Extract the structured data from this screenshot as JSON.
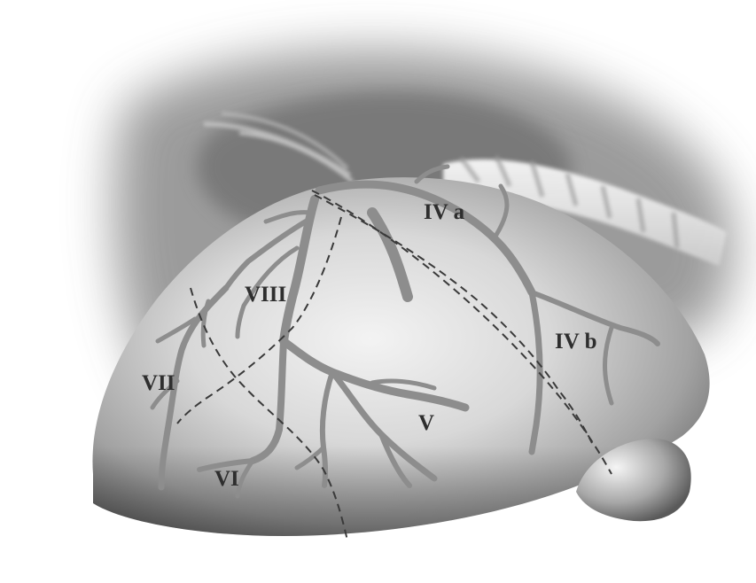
{
  "figure": {
    "segments": [
      {
        "id": "IVa",
        "label": "IV a"
      },
      {
        "id": "IVb",
        "label": "IV b"
      },
      {
        "id": "V",
        "label": "V"
      },
      {
        "id": "VI",
        "label": "VI"
      },
      {
        "id": "VII",
        "label": "VII"
      },
      {
        "id": "VIII",
        "label": "VIII"
      }
    ],
    "colors": {
      "background": "#ffffff",
      "organ_light": "#f0f0f0",
      "organ_dark": "#6a6a6a",
      "vessel": "#8d8d8d",
      "boundary_line": "#3a3a3a",
      "label_text": "#2e2e2e"
    }
  }
}
